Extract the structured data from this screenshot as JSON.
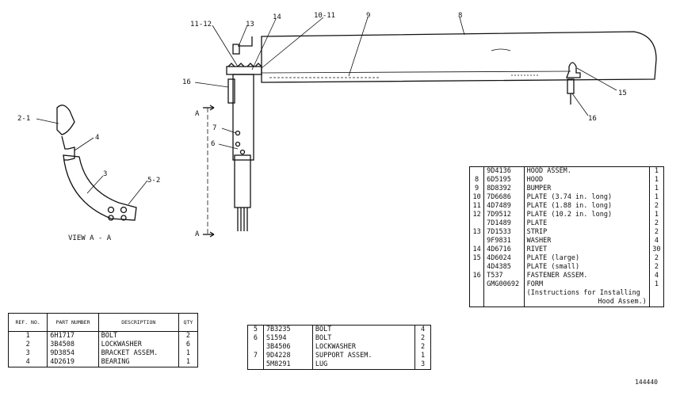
{
  "callouts": {
    "c1": "11-12",
    "c2": "13",
    "c3": "14",
    "c4": "10-11",
    "c5": "9",
    "c6": "8",
    "c7": "16",
    "c8": "15",
    "c9": "16",
    "c10": "A",
    "c11": "A",
    "c12": "7",
    "c13": "6",
    "c14": "2-1",
    "c15": "4",
    "c16": "3",
    "c17": "5-2"
  },
  "view_label": "VIEW A - A",
  "drawing_number": "144440",
  "table_left": {
    "headers": {
      "ref": "REF. NO.",
      "part": "PART NUMBER",
      "desc": "DESCRIPTION",
      "qty": "QTY"
    },
    "rows": [
      {
        "ref": "1",
        "part": "6H1717",
        "desc": "BOLT",
        "qty": "2"
      },
      {
        "ref": "2",
        "part": "3B4508",
        "desc": "LOCKWASHER",
        "qty": "6"
      },
      {
        "ref": "3",
        "part": "9D3854",
        "desc": "BRACKET ASSEM.",
        "qty": "1"
      },
      {
        "ref": "4",
        "part": "4D2619",
        "desc": "BEARING",
        "qty": "1"
      }
    ]
  },
  "table_mid": {
    "rows": [
      {
        "ref": "5",
        "part": "7B3235",
        "desc": "BOLT",
        "qty": "4"
      },
      {
        "ref": "6",
        "part": "S1594",
        "desc": "BOLT",
        "qty": "2"
      },
      {
        "ref": "",
        "part": "3B4506",
        "desc": "LOCKWASHER",
        "qty": "2"
      },
      {
        "ref": "7",
        "part": "9D4228",
        "desc": "SUPPORT ASSEM.",
        "qty": "1"
      },
      {
        "ref": "",
        "part": "5M8291",
        "desc": "LUG",
        "qty": "3"
      }
    ]
  },
  "table_right": {
    "rows": [
      {
        "ref": "",
        "part": "9D4136",
        "desc": "HOOD ASSEM.",
        "qty": "1"
      },
      {
        "ref": "8",
        "part": "6D5195",
        "desc": "HOOD",
        "qty": "1"
      },
      {
        "ref": "9",
        "part": "8D8392",
        "desc": "BUMPER",
        "qty": "1"
      },
      {
        "ref": "10",
        "part": "7D6686",
        "desc": "PLATE",
        "note": "(3.74 in. long)",
        "qty": "1"
      },
      {
        "ref": "11",
        "part": "4D7489",
        "desc": "PLATE",
        "note": "(1.88 in. long)",
        "qty": "2"
      },
      {
        "ref": "12",
        "part": "7D9512",
        "desc": "PLATE",
        "note": "(10.2 in. long)",
        "qty": "1"
      },
      {
        "ref": "",
        "part": "7D1489",
        "desc": "PLATE",
        "qty": "2"
      },
      {
        "ref": "13",
        "part": "7D1533",
        "desc": "STRIP",
        "qty": "2"
      },
      {
        "ref": "",
        "part": "9F9831",
        "desc": "WASHER",
        "qty": "4"
      },
      {
        "ref": "14",
        "part": "4D6716",
        "desc": "RIVET",
        "qty": "30"
      },
      {
        "ref": "15",
        "part": "4D6024",
        "desc": "PLATE",
        "note": "(large)",
        "qty": "2"
      },
      {
        "ref": "",
        "part": "4D4385",
        "desc": "PLATE",
        "note": "(small)",
        "qty": "2"
      },
      {
        "ref": "16",
        "part": "T537",
        "desc": "FASTENER ASSEM.",
        "qty": "4"
      },
      {
        "ref": "",
        "part": "GMG00692",
        "desc": "FORM",
        "qty": "1"
      }
    ],
    "instructions_line1": "(Instructions for Installing",
    "instructions_line2": "Hood Assem.)"
  }
}
